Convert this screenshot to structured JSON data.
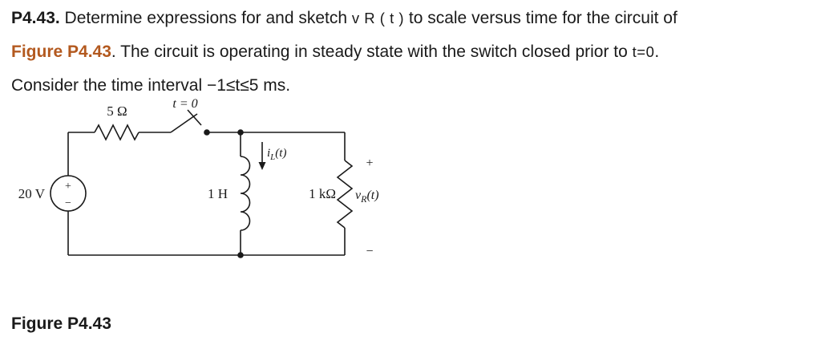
{
  "colors": {
    "text": "#1a1a1a",
    "figure_ref_accent": "#b3591f"
  },
  "problem": {
    "line1": {
      "number": "P4.43.",
      "pre_math": " Determine expressions for and sketch ",
      "math": "v R ( t )",
      "post_math": " to scale versus time for the circuit of"
    },
    "line2": {
      "figure_ref": "Figure P4.43",
      "pre_math": ". The circuit is operating in steady state with the switch closed prior to ",
      "math": "t=0",
      "post_math": "."
    },
    "line3": "Consider the time interval −1≤t≤5 ms."
  },
  "circuit": {
    "source": {
      "label": "20 V",
      "plus": "+",
      "minus": "−"
    },
    "series_resistor": {
      "label": "5 Ω"
    },
    "switch": {
      "label": "t = 0"
    },
    "inductor": {
      "label": "1 H"
    },
    "inductor_current": {
      "base": "i",
      "sub": "L",
      "args": "(t)"
    },
    "load_resistor": {
      "label": "1 kΩ"
    },
    "load_voltage": {
      "base": "v",
      "sub": "R",
      "args": "(t)",
      "plus": "+",
      "minus": "−"
    }
  },
  "caption": "Figure P4.43"
}
